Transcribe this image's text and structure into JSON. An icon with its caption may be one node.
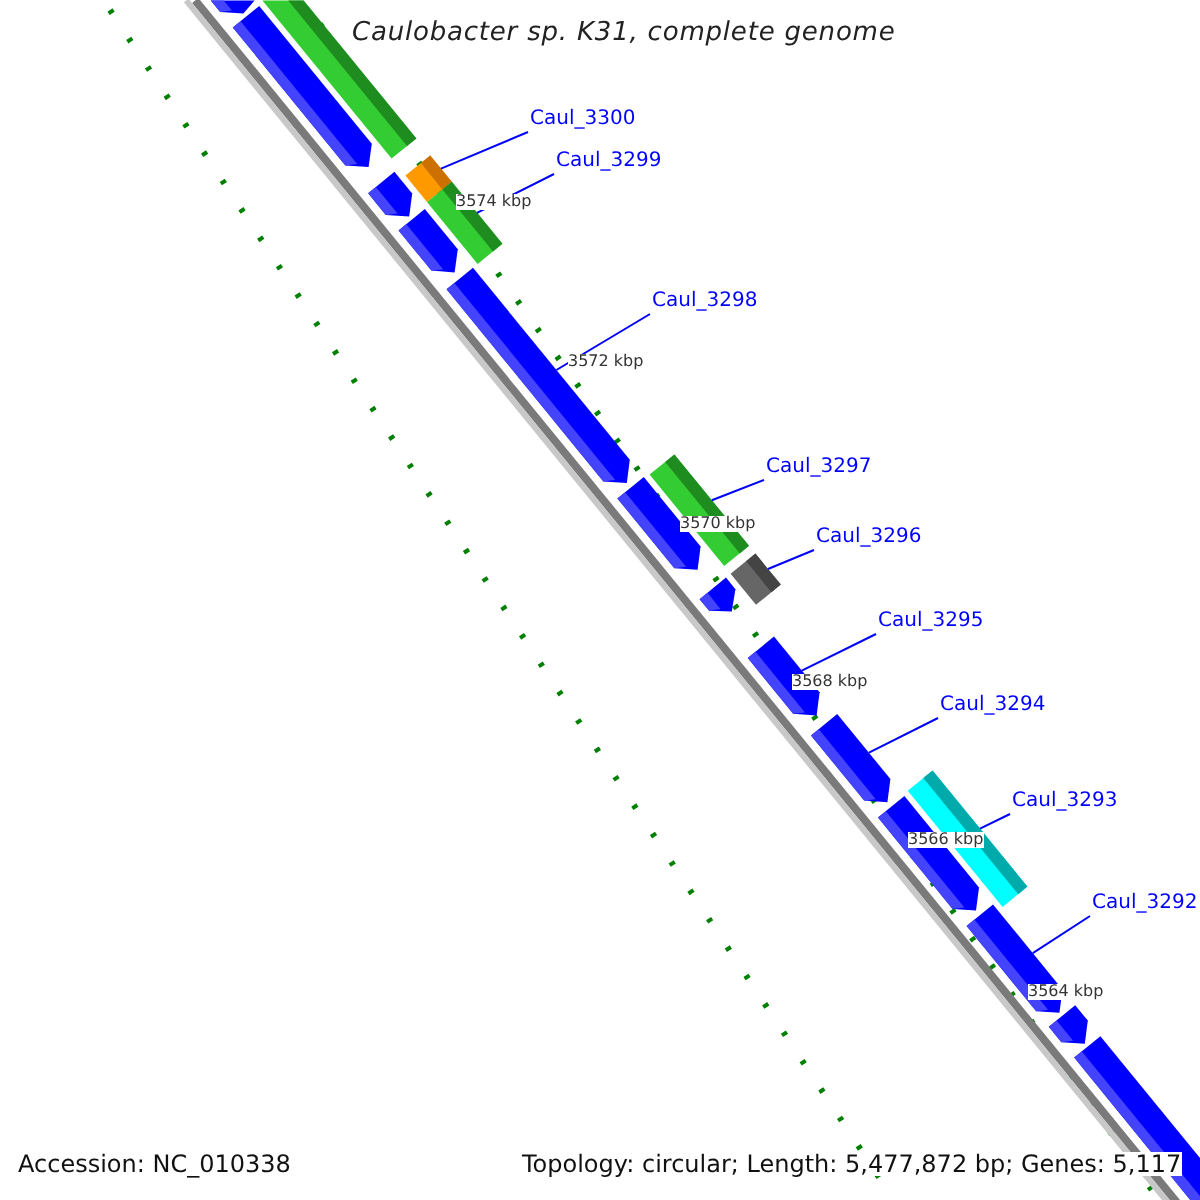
{
  "diagram": {
    "title": "Caulobacter sp. K31, complete genome",
    "nodes": [
      {
        "text": [
          "Caul_3300"
        ]
      },
      {
        "text": [
          "Caul_3299"
        ]
      },
      {
        "text": [
          "Caul_3298"
        ]
      },
      {
        "text": [
          "Caul_3297"
        ]
      },
      {
        "text": [
          "Caul_3296"
        ]
      },
      {
        "text": [
          "Caul_3295"
        ]
      },
      {
        "text": [
          "Caul_3294"
        ]
      },
      {
        "text": [
          "Caul_3293"
        ]
      },
      {
        "text": [
          "Caul_3292"
        ]
      },
      {
        "text": [],
        "shape": "arrow"
      },
      {
        "text": [],
        "shape": "bar"
      },
      {
        "text": [],
        "shape": "arrow"
      },
      {
        "text": [],
        "shape": "arrow"
      },
      {
        "text": [],
        "shape": "bar"
      },
      {
        "text": [],
        "shape": "bar"
      },
      {
        "text": [],
        "shape": "arrow"
      },
      {
        "text": [],
        "shape": "arrow"
      },
      {
        "text": [],
        "shape": "arrow"
      },
      {
        "text": [],
        "shape": "bar"
      },
      {
        "text": [],
        "shape": "arrow"
      },
      {
        "text": [],
        "shape": "bar"
      },
      {
        "text": [],
        "shape": "arrow"
      },
      {
        "text": [],
        "shape": "arrow"
      },
      {
        "text": [],
        "shape": "arrow"
      },
      {
        "text": [],
        "shape": "bar"
      },
      {
        "text": [],
        "shape": "arrow"
      },
      {
        "text": [],
        "shape": "arrow"
      },
      {
        "text": [],
        "shape": "arrow"
      }
    ],
    "edges": [
      {
        "from": 0,
        "to": 13,
        "arrow": "none"
      },
      {
        "from": 1,
        "to": 14,
        "arrow": "none"
      },
      {
        "from": 2,
        "to": 16,
        "arrow": "none"
      },
      {
        "from": 3,
        "to": 18,
        "arrow": "none"
      },
      {
        "from": 4,
        "to": 20,
        "arrow": "none"
      },
      {
        "from": 5,
        "to": 21,
        "arrow": "none"
      },
      {
        "from": 6,
        "to": 22,
        "arrow": "none"
      },
      {
        "from": 7,
        "to": 24,
        "arrow": "none"
      },
      {
        "from": 8,
        "to": 25,
        "arrow": "none"
      }
    ],
    "labels": [
      "3574 kbp",
      "3572 kbp",
      "3570 kbp",
      "3568 kbp",
      "3566 kbp",
      "3564 kbp",
      "Accession: NC_010338",
      "Topology: circular; Length: 5,477,872 bp; Genes: 5,117"
    ]
  }
}
